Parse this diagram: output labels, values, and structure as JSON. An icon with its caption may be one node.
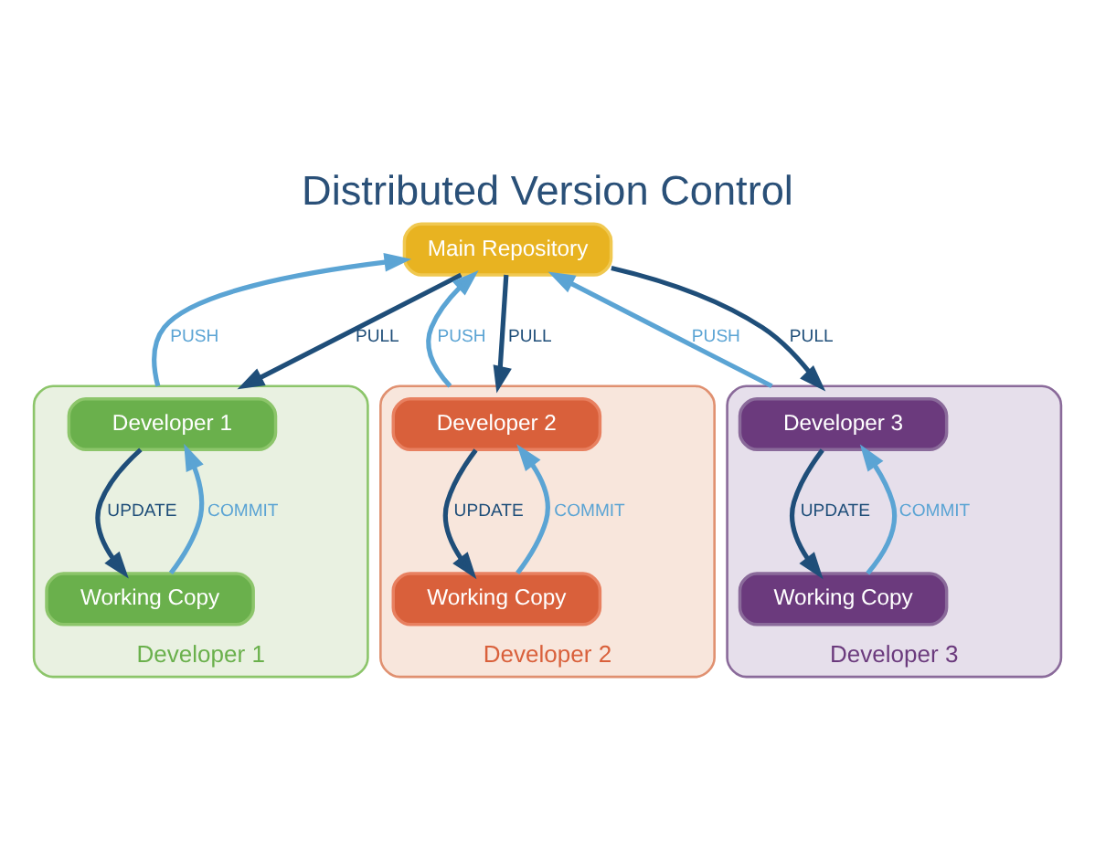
{
  "diagram": {
    "title": "Distributed Version Control",
    "nodes": [
      {
        "text": [
          "Main Repository"
        ]
      },
      {
        "text": [
          "Developer 1"
        ]
      },
      {
        "text": [
          "Developer 1"
        ],
        "in": 1
      },
      {
        "text": [
          "Working Copy"
        ],
        "in": 1
      },
      {
        "text": [
          "Developer 2"
        ]
      },
      {
        "text": [
          "Developer 2"
        ],
        "in": 4
      },
      {
        "text": [
          "Working Copy"
        ],
        "in": 4
      },
      {
        "text": [
          "Developer 3"
        ]
      },
      {
        "text": [
          "Developer 3"
        ],
        "in": 7
      },
      {
        "text": [
          "Working Copy"
        ],
        "in": 7
      }
    ],
    "edges": [
      {
        "from": 1,
        "to": 0,
        "arrow": "to",
        "label": "PUSH",
        "color": "#5ba4d4"
      },
      {
        "from": 0,
        "to": 1,
        "arrow": "to",
        "label": "PULL",
        "color": "#1f4e79"
      },
      {
        "from": 4,
        "to": 0,
        "arrow": "to",
        "label": "PUSH",
        "color": "#5ba4d4"
      },
      {
        "from": 0,
        "to": 4,
        "arrow": "to",
        "label": "PULL",
        "color": "#1f4e79"
      },
      {
        "from": 7,
        "to": 0,
        "arrow": "to",
        "label": "PUSH",
        "color": "#5ba4d4"
      },
      {
        "from": 0,
        "to": 7,
        "arrow": "to",
        "label": "PULL",
        "color": "#1f4e79"
      },
      {
        "from": 3,
        "to": 2,
        "arrow": "to",
        "label": "COMMIT",
        "color": "#5ba4d4"
      },
      {
        "from": 2,
        "to": 3,
        "arrow": "to",
        "label": "UPDATE",
        "color": "#1f4e79"
      },
      {
        "from": 6,
        "to": 5,
        "arrow": "to",
        "label": "COMMIT",
        "color": "#5ba4d4"
      },
      {
        "from": 5,
        "to": 6,
        "arrow": "to",
        "label": "UPDATE",
        "color": "#1f4e79"
      },
      {
        "from": 9,
        "to": 8,
        "arrow": "to",
        "label": "COMMIT",
        "color": "#5ba4d4"
      },
      {
        "from": 8,
        "to": 9,
        "arrow": "to",
        "label": "UPDATE",
        "color": "#1f4e79"
      }
    ]
  }
}
